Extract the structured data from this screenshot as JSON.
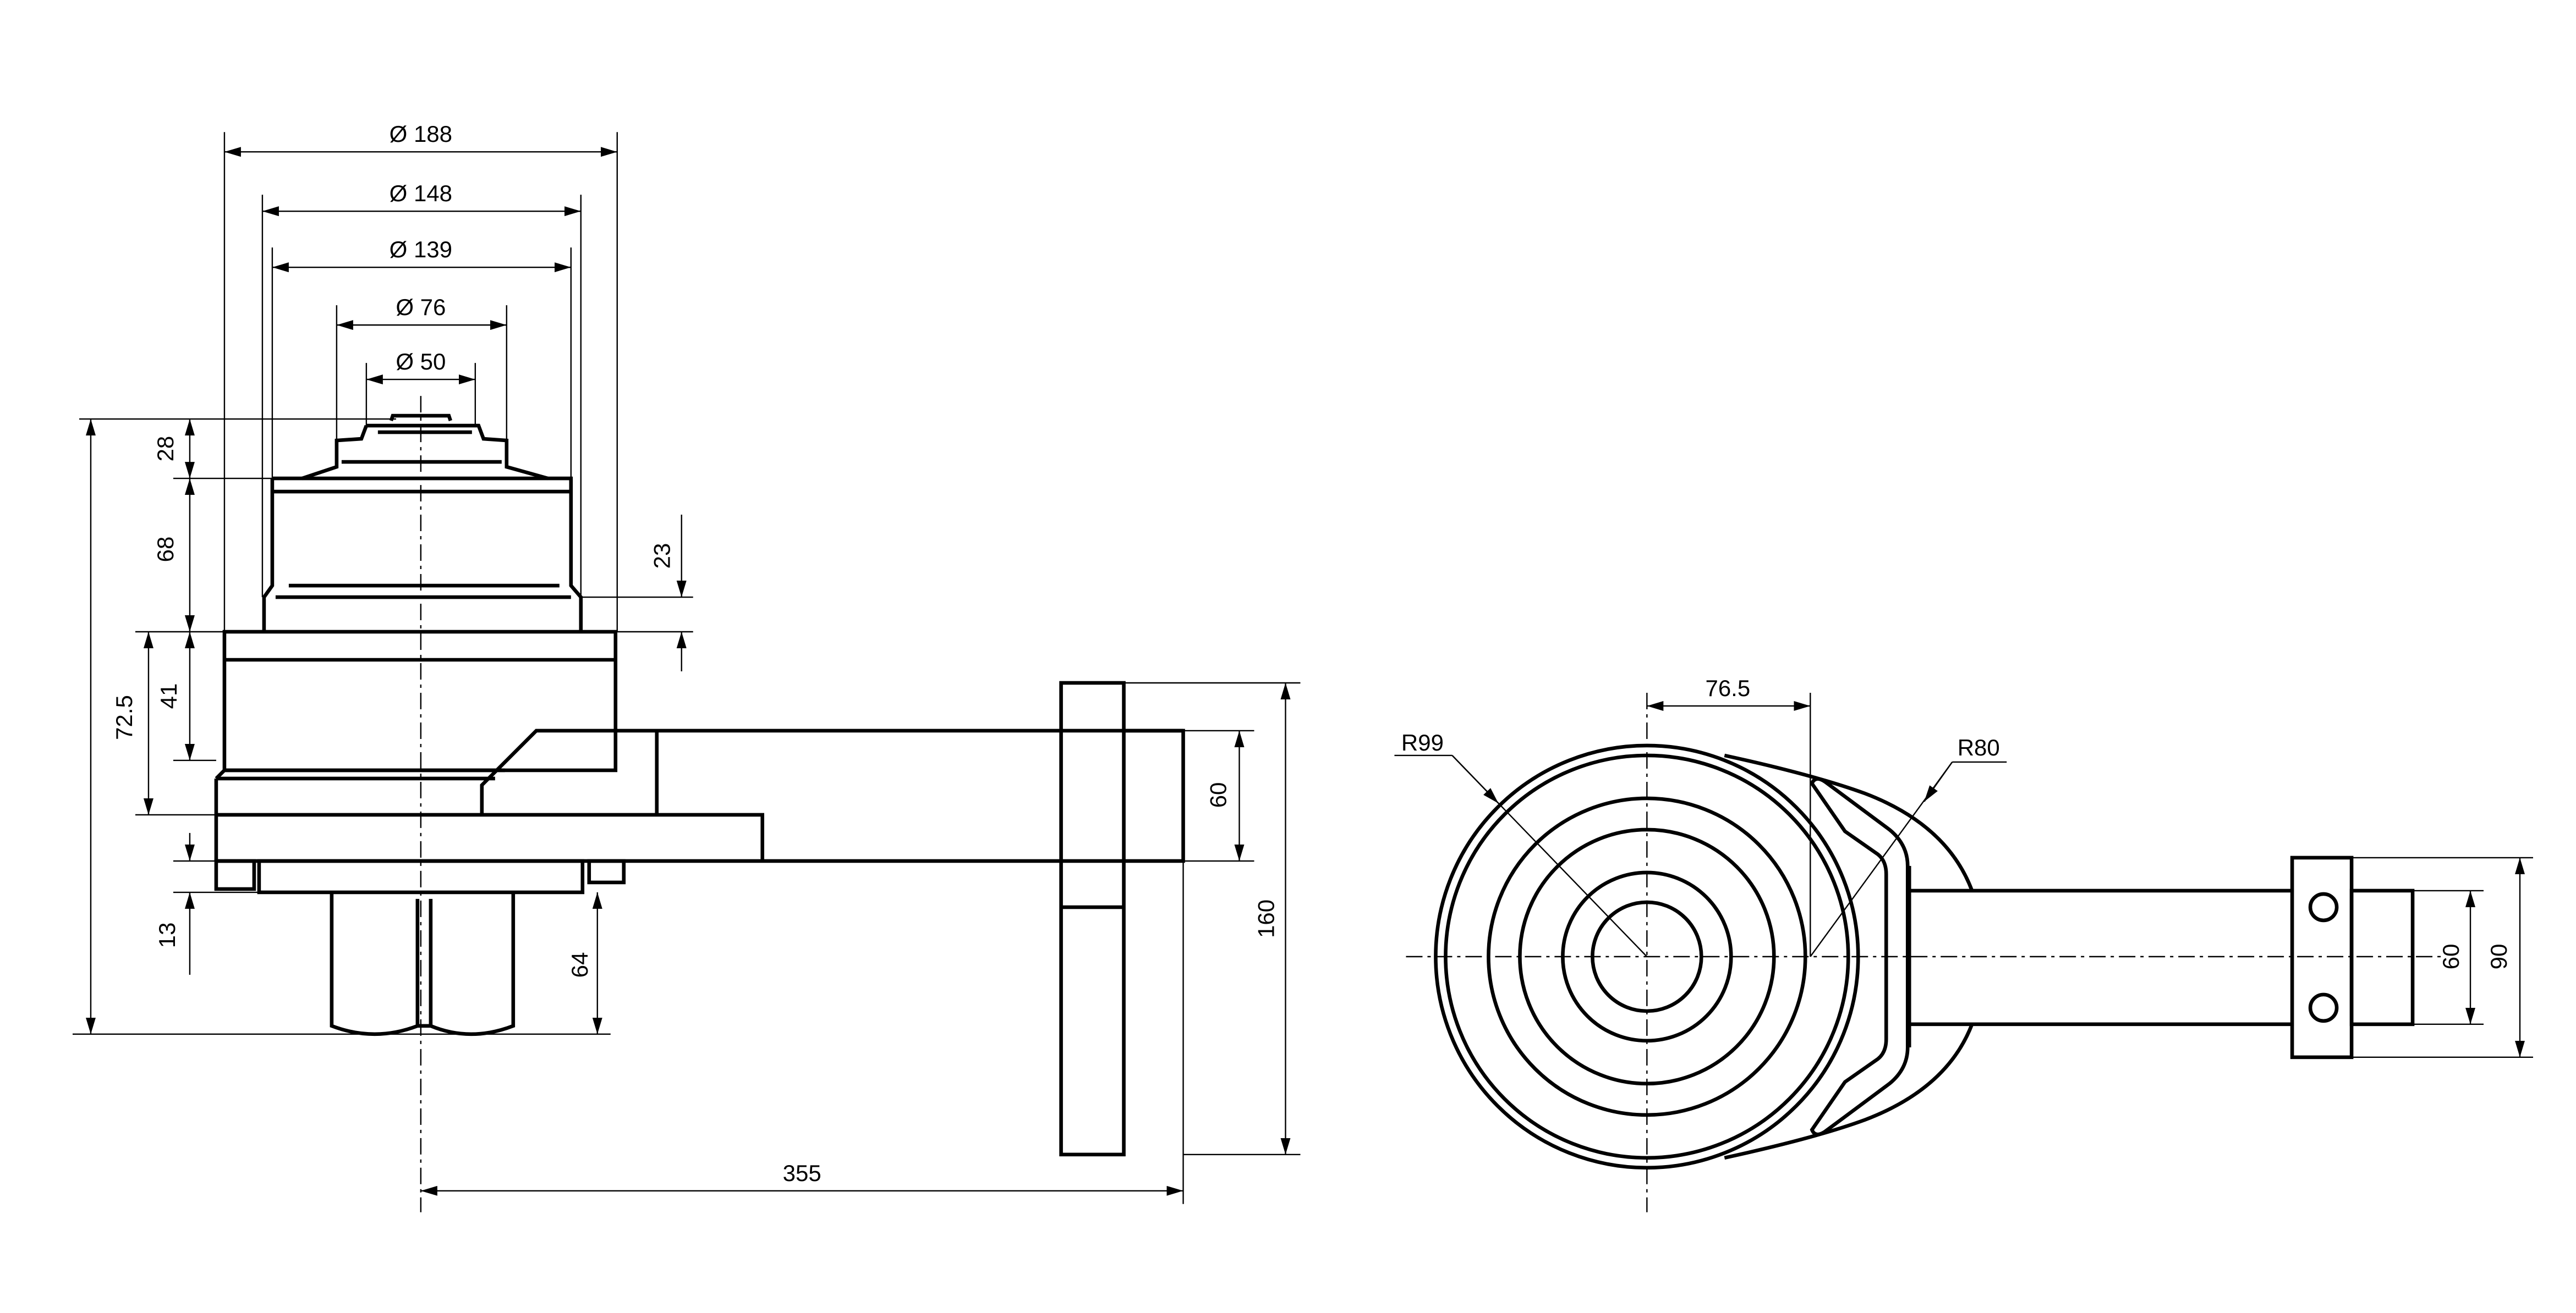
{
  "left_view": {
    "diameters": [
      "Ø 188",
      "Ø 148",
      "Ø 139",
      "Ø 76",
      "Ø 50"
    ],
    "heights": {
      "d28": "28",
      "d68": "68",
      "d41": "41",
      "d72_5": "72.5",
      "d13": "13",
      "d64": "64",
      "d23": "23",
      "d60": "60",
      "d160": "160",
      "d355": "355"
    }
  },
  "right_view": {
    "r99": "R99",
    "r80": "R80",
    "d76_5": "76.5",
    "d60": "60",
    "d90": "90"
  }
}
